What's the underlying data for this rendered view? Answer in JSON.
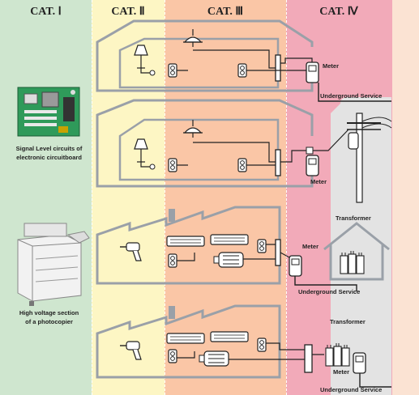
{
  "headers": {
    "cat1": "CAT. Ⅰ",
    "cat2": "CAT. Ⅱ",
    "cat3": "CAT. Ⅲ",
    "cat4": "CAT. Ⅳ"
  },
  "captions": {
    "circuit_line1": "Signal Level circuits of",
    "circuit_line2": "electronic circuitboard",
    "copier_line1": "High voltage section",
    "copier_line2": "of a photocopier"
  },
  "labels": {
    "meter": "Meter",
    "underground_service": "Underground Service",
    "transformer": "Transformer"
  },
  "colors": {
    "cat1": "#cfe6cf",
    "cat2": "#fdf6c4",
    "cat3": "#fac6a6",
    "cat4": "#f2aab9",
    "outside": "#fbe3d3",
    "house_stroke": "#9aa0a8"
  }
}
